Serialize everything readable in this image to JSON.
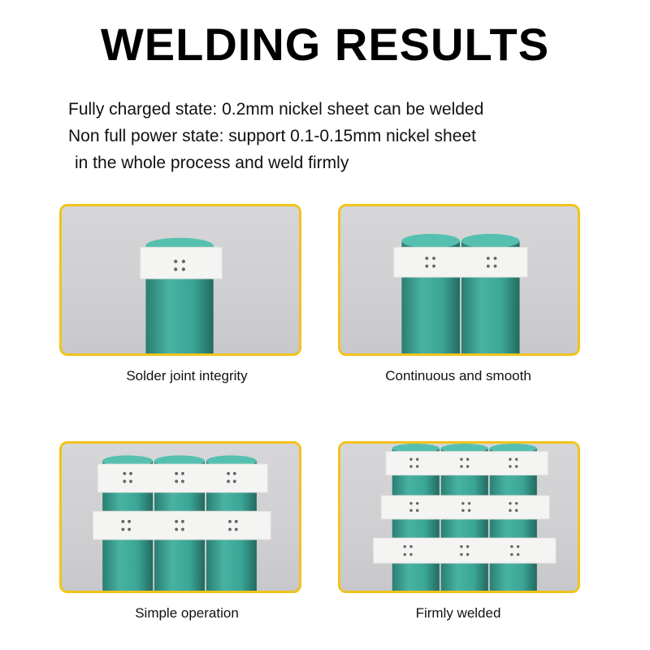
{
  "header": {
    "title": "WELDING RESULTS",
    "lines": [
      "Fully charged state: 0.2mm nickel sheet can be welded",
      "Non full power state: support 0.1-0.15mm nickel sheet",
      "in the whole process and weld firmly"
    ]
  },
  "panels": [
    {
      "caption": "Solder joint integrity"
    },
    {
      "caption": "Continuous and smooth"
    },
    {
      "caption": "Simple operation"
    },
    {
      "caption": "Firmly welded"
    }
  ],
  "colors": {
    "panel_border": "#f2c31b",
    "battery": "#3aa596",
    "battery_dark": "#2a7e72",
    "nickel": "#f4f4f2"
  }
}
